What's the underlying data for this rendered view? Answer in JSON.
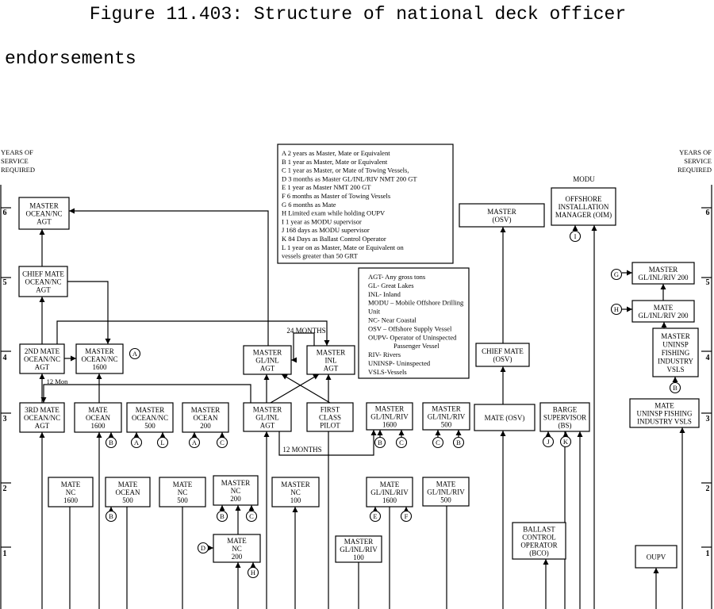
{
  "title": {
    "line1": "Figure 11.403: Structure of national deck officer",
    "line2": "endorsements"
  },
  "axis": {
    "label_left": [
      "YEARS OF",
      "SERVICE",
      "REQUIRED"
    ],
    "label_right": [
      "YEARS OF",
      "SERVICE",
      "REQUIRED"
    ],
    "years": [
      "1",
      "2",
      "3",
      "4",
      "5",
      "6"
    ]
  },
  "boxes": {
    "master_ocean_nc_agt": [
      "MASTER",
      "OCEAN/NC",
      "AGT"
    ],
    "chief_mate_ocean_nc_agt": [
      "CHIEF MATE",
      "OCEAN/NC",
      "AGT"
    ],
    "second_mate_ocean_nc_agt": [
      "2ND MATE",
      "OCEAN/NC",
      "AGT"
    ],
    "master_ocean_nc_1600": [
      "MASTER",
      "OCEAN/NC",
      "1600"
    ],
    "third_mate_ocean_nc_agt": [
      "3RD MATE",
      "OCEAN/NC",
      "AGT"
    ],
    "mate_ocean_1600": [
      "MATE",
      "OCEAN",
      "1600"
    ],
    "master_ocean_nc_500": [
      "MASTER",
      "OCEAN/NC",
      "500"
    ],
    "master_ocean_200": [
      "MASTER",
      "OCEAN",
      "200"
    ],
    "master_gl_inl_agt_upper": [
      "MASTER",
      "GL/INL",
      "AGT"
    ],
    "master_inl_agt": [
      "MASTER",
      "INL",
      "AGT"
    ],
    "master_gl_inl_agt_lower": [
      "MASTER",
      "GL/INL",
      "AGT"
    ],
    "first_class_pilot": [
      "FIRST",
      "CLASS",
      "PILOT"
    ],
    "master_gl_inl_riv_1600": [
      "MASTER",
      "GL/INL/RIV",
      "1600"
    ],
    "master_gl_inl_riv_500": [
      "MASTER",
      "GL/INL/RIV",
      "500"
    ],
    "mate_osv": [
      "MATE (OSV)"
    ],
    "barge_supervisor": [
      "BARGE",
      "SUPERVISOR",
      "(BS)"
    ],
    "mate_uninsp_fishing": [
      "MATE",
      "UNINSP  FISHING",
      "INDUSTRY VSLS"
    ],
    "master_osv": [
      "MASTER",
      "(OSV)"
    ],
    "chief_mate_osv": [
      "CHIEF MATE",
      "(OSV)"
    ],
    "oim": [
      "OFFSHORE",
      "INSTALLATION",
      "MANAGER (OIM)"
    ],
    "master_gl_inl_riv_200": [
      "MASTER",
      "GL/INL/RIV 200"
    ],
    "mate_gl_inl_riv_200": [
      "MATE",
      "GL/INL/RIV 200"
    ],
    "master_uninsp_fishing": [
      "MASTER",
      "UNINSP",
      "FISHING",
      "INDUSTRY",
      "VSLS"
    ],
    "mate_nc_1600": [
      "MATE",
      "NC",
      "1600"
    ],
    "mate_ocean_500": [
      "MATE",
      "OCEAN",
      "500"
    ],
    "mate_nc_500": [
      "MATE",
      "NC",
      "500"
    ],
    "master_nc_200": [
      "MASTER",
      "NC",
      "200"
    ],
    "master_nc_100": [
      "MASTER",
      "NC",
      "100"
    ],
    "mate_gl_inl_riv_1600": [
      "MATE",
      "GL/INL/RIV",
      "1600"
    ],
    "mate_gl_inl_riv_500": [
      "MATE",
      "GL/INL/RIV",
      "500"
    ],
    "mate_nc_200": [
      "MATE",
      "NC",
      "200"
    ],
    "master_gl_inl_riv_100": [
      "MASTER",
      "GL/INL/RIV",
      "100"
    ],
    "ballast_control_operator": [
      "BALLAST",
      "CONTROL",
      "OPERATOR",
      "(BCO)"
    ],
    "oupv": [
      "OUPV"
    ]
  },
  "labels": {
    "modu": "MODU",
    "months_24": "24 MONTHS",
    "months_12_mon": "12 Mon",
    "months_12": "12 MONTHS"
  },
  "legend_requirements": [
    "A  2 years as Master, Mate or Equivalent",
    "B  1 year as Master, Mate or Equivalent",
    "C  1 year as Master, or Mate of Towing Vessels,",
    "D  3 months as Master GL/INL/RIV NMT 200 GT",
    "E  1 year as Master NMT 200 GT",
    "F  6 months as Master of Towing Vessels",
    "G  6 months as Mate",
    "H  Limited exam while holding OUPV",
    "I   1 year as MODU supervisor",
    "J   168 days as MODU supervisor",
    "K  84 Days as Ballast Control Operator",
    "L   1 year on as Master, Mate or Equivalent on",
    "vessels greater than 50 GRT"
  ],
  "legend_abbreviations": [
    "AGT-  Any gross tons",
    "GL- Great Lakes",
    "INL- Inland",
    "MODU – Mobile Offshore Drilling",
    "Unit",
    "NC- Near Coastal",
    "OSV – Offshore Supply Vessel",
    "OUPV- Operator of Uninspected",
    "Passenger Vessel",
    "RIV- Rivers",
    "UNINSP- Uninspected",
    "VSLS-Vessels"
  ],
  "requirement_letters": [
    "A",
    "B",
    "C",
    "D",
    "E",
    "F",
    "G",
    "H",
    "I",
    "J",
    "K",
    "L"
  ]
}
